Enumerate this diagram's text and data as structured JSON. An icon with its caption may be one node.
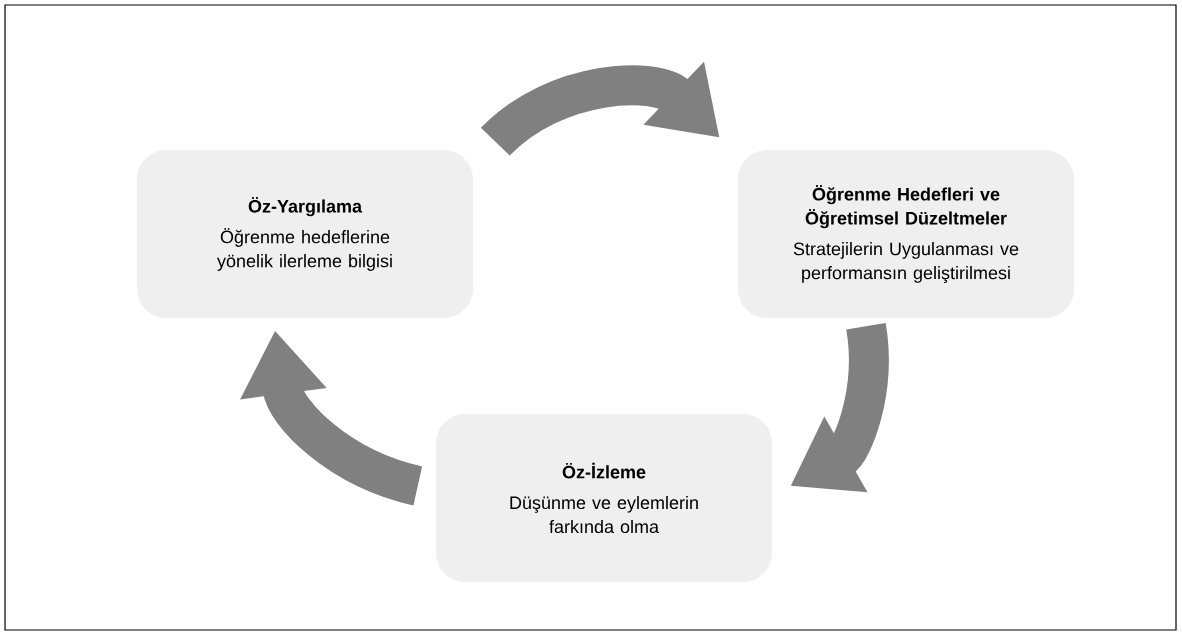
{
  "diagram": {
    "nodes": [
      {
        "text": [
          "Öz-Yargılama",
          "Öğrenme hedeflerine yönelik ilerleme bilgisi"
        ]
      },
      {
        "text": [
          "Öğrenme Hedefleri ve Öğretimsel Düzeltmeler",
          "Stratejilerin Uygulanması ve performansın geliştirilmesi"
        ]
      },
      {
        "text": [
          "Öz-İzleme",
          "Düşünme ve eylemlerin farkında olma"
        ]
      }
    ],
    "edges": [
      {
        "from": 0,
        "to": 1,
        "arrow": "to"
      },
      {
        "from": 1,
        "to": 2,
        "arrow": "to"
      },
      {
        "from": 2,
        "to": 0,
        "arrow": "to"
      }
    ]
  }
}
